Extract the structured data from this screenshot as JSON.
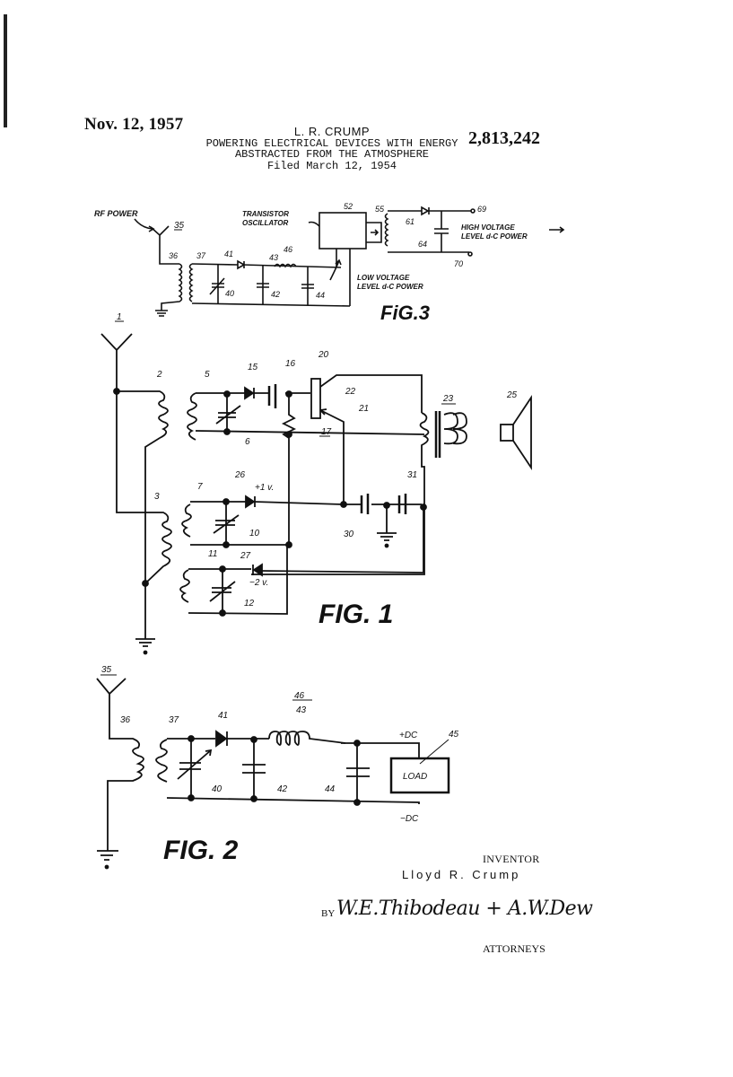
{
  "header": {
    "date": "Nov. 12, 1957",
    "inventor_short": "L. R. CRUMP",
    "title_line1": "POWERING ELECTRICAL DEVICES WITH ENERGY",
    "title_line2": "ABSTRACTED FROM THE ATMOSPHERE",
    "filed": "Filed March 12, 1954",
    "patent_number": "2,813,242"
  },
  "fig3": {
    "label": "FiG.3",
    "rf_power": "RF POWER",
    "transistor_osc_1": "TRANSISTOR",
    "transistor_osc_2": "OSCILLATOR",
    "high_v_1": "HIGH VOLTAGE",
    "high_v_2": "LEVEL d-C POWER",
    "low_v_1": "LOW VOLTAGE",
    "low_v_2": "LEVEL d-C POWER",
    "refs": {
      "r35": "35",
      "r36": "36",
      "r37": "37",
      "r41": "41",
      "r40": "40",
      "r42": "42",
      "r43": "43",
      "r44": "44",
      "r46": "46",
      "r52": "52",
      "r55": "55",
      "r61": "61",
      "r64": "64",
      "r69": "69",
      "r70": "70"
    }
  },
  "fig1": {
    "label": "FIG. 1",
    "refs": {
      "r1": "1",
      "r2": "2",
      "r3": "3",
      "r5": "5",
      "r6": "6",
      "r7": "7",
      "r10": "10",
      "r11": "11",
      "r12": "12",
      "r15": "15",
      "r16": "16",
      "r17": "17",
      "r20": "20",
      "r21": "21",
      "r22": "22",
      "r23": "23",
      "r25": "25",
      "r26": "26",
      "r27": "27",
      "r30": "30",
      "r31": "31"
    },
    "plus_v": "+1 v.",
    "minus_v": "−2 v."
  },
  "fig2": {
    "label": "FIG. 2",
    "load": "LOAD",
    "plus_dc": "+DC",
    "minus_dc": "−DC",
    "refs": {
      "r35": "35",
      "r36": "36",
      "r37": "37",
      "r40": "40",
      "r41": "41",
      "r42": "42",
      "r43": "43",
      "r44": "44",
      "r45": "45",
      "r46": "46"
    }
  },
  "footer": {
    "inventor_heading": "INVENTOR",
    "inventor_name": "Lloyd  R. Crump",
    "by": "BY",
    "signature": "W.E.Thibodeau + A.W.Dew",
    "attorneys": "ATTORNEYS"
  }
}
